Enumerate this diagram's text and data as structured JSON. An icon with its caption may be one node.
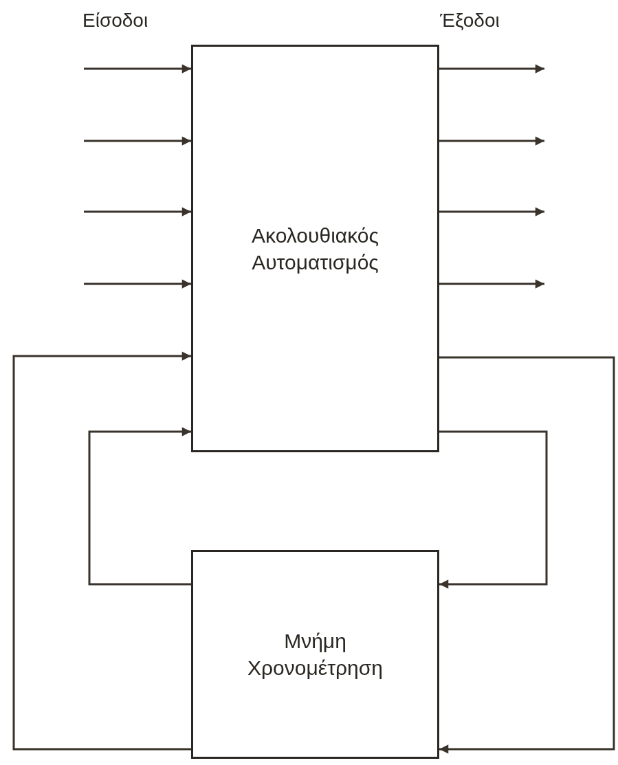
{
  "diagram": {
    "nodes": [
      {
        "text": [
          "Ακολουθιακός Αυτοματισμός"
        ]
      },
      {
        "text": [
          "Μνήμη Χρονομέτρηση"
        ]
      }
    ],
    "edges": [
      {
        "from": null,
        "to": 0,
        "arrow": "to"
      },
      {
        "from": null,
        "to": 0,
        "arrow": "to"
      },
      {
        "from": null,
        "to": 0,
        "arrow": "to"
      },
      {
        "from": null,
        "to": 0,
        "arrow": "to"
      },
      {
        "from": 0,
        "to": null,
        "arrow": "to"
      },
      {
        "from": 0,
        "to": null,
        "arrow": "to"
      },
      {
        "from": 0,
        "to": null,
        "arrow": "to"
      },
      {
        "from": 0,
        "to": null,
        "arrow": "to"
      },
      {
        "from": 1,
        "to": 0,
        "arrow": "to"
      },
      {
        "from": 1,
        "to": 0,
        "arrow": "to"
      },
      {
        "from": 0,
        "to": 1,
        "arrow": "to"
      },
      {
        "from": 0,
        "to": 1,
        "arrow": "to"
      }
    ],
    "labels": [
      "Είσοδοι",
      "Έξοδοι"
    ]
  }
}
